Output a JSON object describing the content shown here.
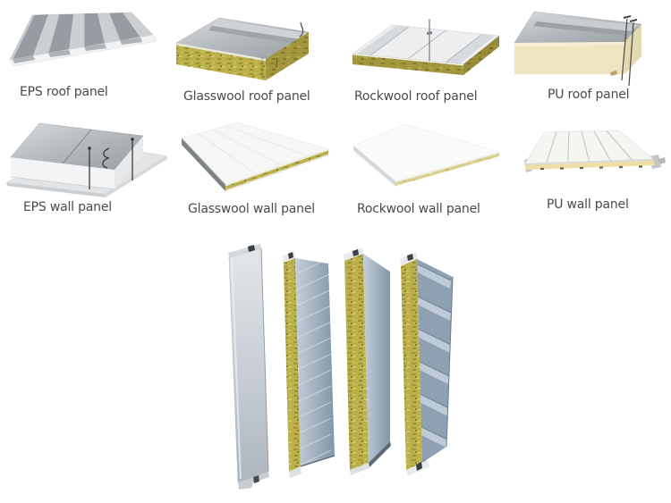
{
  "colors": {
    "background": "#ffffff",
    "label_text": "#4a4a4a",
    "steel_gray": "#b7bcc0",
    "steel_blue": "#92a6b8",
    "eps_white": "#f3f4f5",
    "glasswool_yellow": "#bcb04a",
    "rockwool_olive": "#a3973e",
    "pu_cream": "#eee4bf"
  },
  "products": {
    "roof_row": [
      {
        "label": "EPS roof panel"
      },
      {
        "label": "Glasswool roof panel"
      },
      {
        "label": "Rockwool roof panel"
      },
      {
        "label": "PU roof panel"
      }
    ],
    "wall_row": [
      {
        "label": "EPS wall panel"
      },
      {
        "label": "Glasswool wall panel"
      },
      {
        "label": "Rockwool wall panel"
      },
      {
        "label": "PU wall panel"
      }
    ]
  },
  "bottom_group": {
    "illustration": "four-vertical-sandwich-panel-cross-sections"
  }
}
